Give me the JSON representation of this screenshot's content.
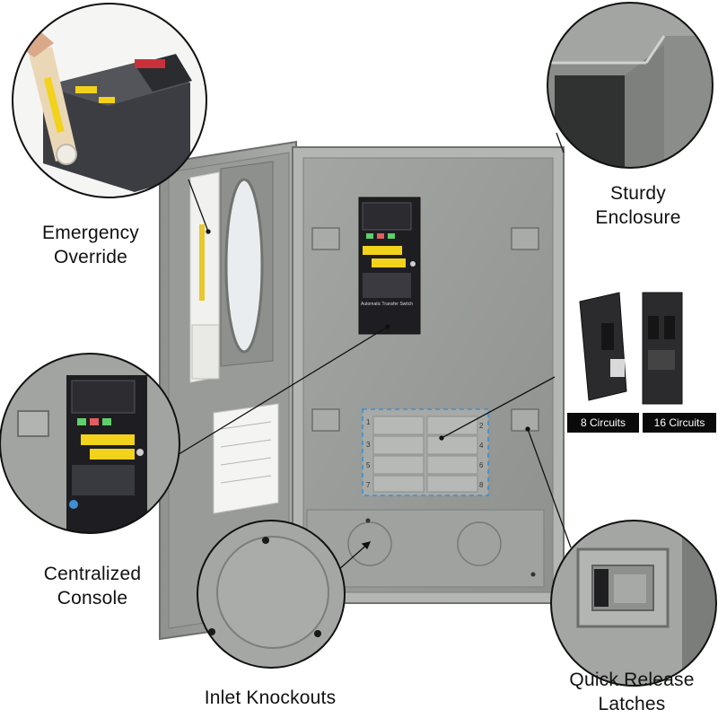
{
  "labels": {
    "emergency_override": "Emergency\nOverride",
    "sturdy_enclosure": "Sturdy\nEnclosure",
    "centralized_console": "Centralized\nConsole",
    "inlet_knockouts": "Inlet Knockouts",
    "quick_release_latches": "Quick Release\nLatches"
  },
  "breaker_badges": {
    "eight": "8 Circuits",
    "sixteen": "16 Circuits"
  },
  "circuit_numbers": {
    "left": [
      "1",
      "3",
      "5",
      "7"
    ],
    "right": [
      "2",
      "4",
      "6",
      "8"
    ]
  },
  "console_title": "Automatic Transfer Switch",
  "colors": {
    "enclosure": "#9a9d9a",
    "enclosure_dark": "#7c7f7c",
    "console": "#1e1e22",
    "warning_yellow": "#f2d21a",
    "indicator_green": "#5fcf6a",
    "indicator_red": "#e25d5d",
    "dashed_frame": "#3d8fd1",
    "badge_bg": "#0a0a0a"
  }
}
